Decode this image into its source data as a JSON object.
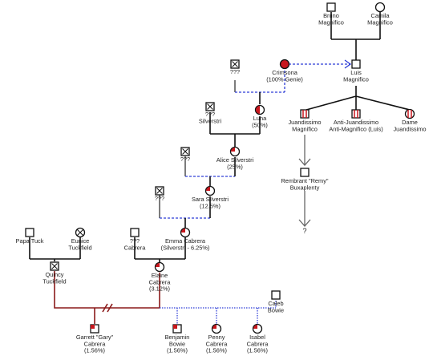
{
  "diagram": {
    "accent_red": "#c8161d",
    "line_blue": "#2f3fd6",
    "line_darkred": "#8b1a1a",
    "people": [
      {
        "id": "bruno",
        "label": [
          "Bruno",
          "Magnifico"
        ],
        "shape": "square",
        "fill": "none"
      },
      {
        "id": "camila",
        "label": [
          "Camila",
          "Magnifico"
        ],
        "shape": "circle",
        "fill": "none"
      },
      {
        "id": "crimsona",
        "label": [
          "Crimsona",
          "(100% Genie)"
        ],
        "shape": "circle",
        "fill": "full"
      },
      {
        "id": "luis",
        "label": [
          "Luis",
          "Magnifico"
        ],
        "shape": "square",
        "fill": "none"
      },
      {
        "id": "unk1",
        "label": [
          "???"
        ],
        "shape": "square",
        "fill": "x"
      },
      {
        "id": "luna",
        "label": [
          "Luna",
          "(50%)"
        ],
        "shape": "circle",
        "fill": "half"
      },
      {
        "id": "silverstri",
        "label": [
          "???",
          "Silverstri"
        ],
        "shape": "square",
        "fill": "x"
      },
      {
        "id": "juandissimo",
        "label": [
          "Juandissimo",
          "Magnifico"
        ],
        "shape": "square",
        "fill": "bars"
      },
      {
        "id": "antijuan",
        "label": [
          "Anti-Juandissimo",
          "Anti-Magnifico (Luis)"
        ],
        "shape": "square",
        "fill": "bars"
      },
      {
        "id": "dame",
        "label": [
          "Dame",
          "Juandissimo"
        ],
        "shape": "circle",
        "fill": "bars"
      },
      {
        "id": "unk2",
        "label": [
          "???"
        ],
        "shape": "square",
        "fill": "x"
      },
      {
        "id": "alice",
        "label": [
          "Alice Silverstri",
          "(25%)"
        ],
        "shape": "circle",
        "fill": "quarter"
      },
      {
        "id": "remy",
        "label": [
          "Rembrant \"Remy\"",
          "Buxaplenty"
        ],
        "shape": "square",
        "fill": "none"
      },
      {
        "id": "unk3",
        "label": [
          "???"
        ],
        "shape": "square",
        "fill": "x"
      },
      {
        "id": "sara",
        "label": [
          "Sara Silverstri",
          "(12.5%)"
        ],
        "shape": "circle",
        "fill": "quarter"
      },
      {
        "id": "unknown_child",
        "label": [
          "?"
        ],
        "shape": "none",
        "fill": "none"
      },
      {
        "id": "papa",
        "label": [
          "Papa Tuck"
        ],
        "shape": "square",
        "fill": "none"
      },
      {
        "id": "eunice",
        "label": [
          "Eunice",
          "Tuckfield"
        ],
        "shape": "circle",
        "fill": "x"
      },
      {
        "id": "cabrera_unk",
        "label": [
          "???",
          "Cabrera"
        ],
        "shape": "square",
        "fill": "none"
      },
      {
        "id": "emma",
        "label": [
          "Emma Cabrera",
          "(Silverstri - 6.25%)"
        ],
        "shape": "circle",
        "fill": "quarter"
      },
      {
        "id": "quincy",
        "label": [
          "Quincy",
          "Tuckfield"
        ],
        "shape": "square",
        "fill": "x"
      },
      {
        "id": "elaine",
        "label": [
          "Elaine",
          "Cabrera",
          "(3.12%)"
        ],
        "shape": "circle",
        "fill": "quarter"
      },
      {
        "id": "caleb",
        "label": [
          "Caleb",
          "Bowie"
        ],
        "shape": "square",
        "fill": "none"
      },
      {
        "id": "garrett",
        "label": [
          "Garrett \"Gary\"",
          "Cabrera",
          "(1.56%)"
        ],
        "shape": "square",
        "fill": "quarter"
      },
      {
        "id": "benjamin",
        "label": [
          "Benjamin",
          "Bowie",
          "(1.56%)"
        ],
        "shape": "square",
        "fill": "quarter"
      },
      {
        "id": "penny",
        "label": [
          "Penny",
          "Cabrera",
          "(1.56%)"
        ],
        "shape": "circle",
        "fill": "quarter"
      },
      {
        "id": "isabel",
        "label": [
          "Isabel",
          "Cabrera",
          "(1.56%)"
        ],
        "shape": "circle",
        "fill": "quarter"
      }
    ]
  }
}
